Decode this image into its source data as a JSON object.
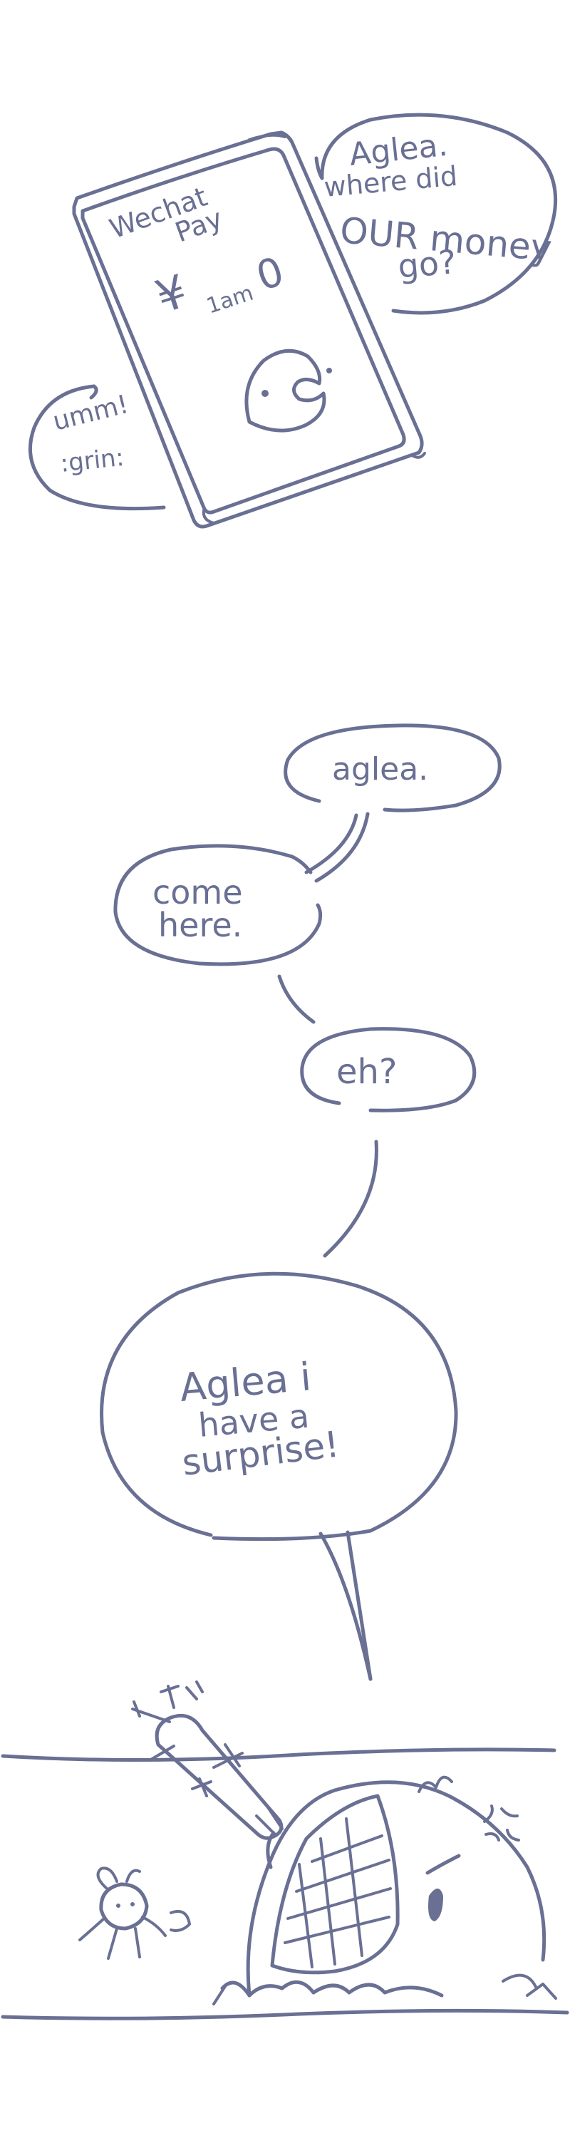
{
  "panel1": {
    "phone_title_line1": "Wechat",
    "phone_title_line2": "Pay",
    "yen_symbol": "¥",
    "balance": "1am",
    "balance_zero": "0",
    "speech_right_line1": "Aglea.",
    "speech_right_line2": "where did",
    "speech_right_line3": "OUR money",
    "speech_right_line4": "go?",
    "speech_left_line1": "umm!",
    "speech_left_line2": ":grin:"
  },
  "panel2": {
    "bubble_aglea": "aglea.",
    "bubble_come_line1": "come",
    "bubble_come_line2": "here.",
    "bubble_eh": "eh?",
    "bubble_surprise_line1": "Aglea i",
    "bubble_surprise_line2": "have a",
    "bubble_surprise_line3": "surprise!",
    "anger_mark_icon": "anger-mark-icon",
    "club_icon": "spiked-club-icon"
  },
  "colors": {
    "ink": "#6a7093",
    "background": "#ffffff"
  }
}
